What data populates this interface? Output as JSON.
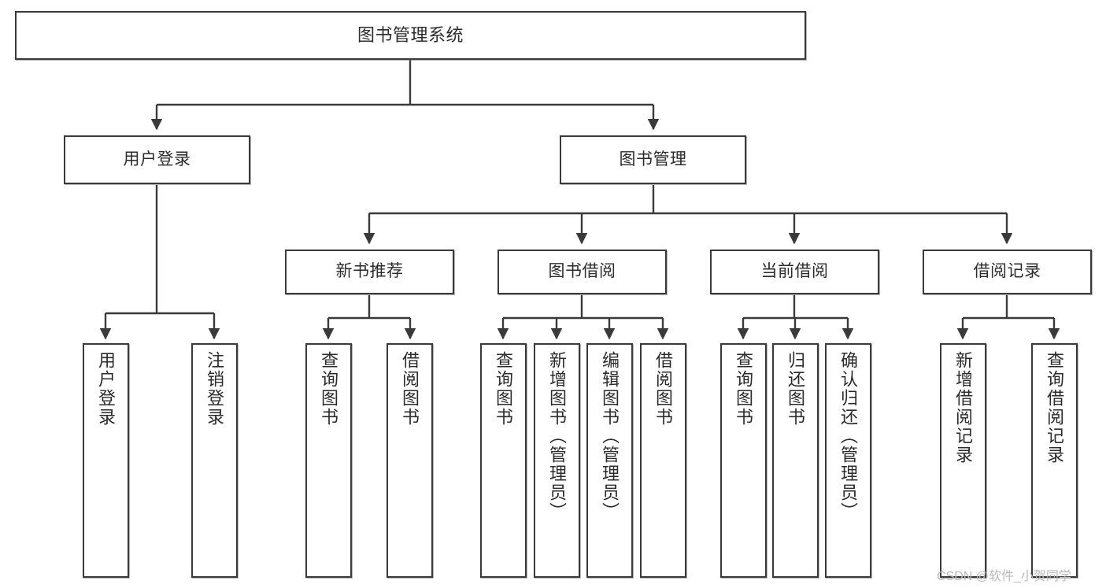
{
  "diagram": {
    "title": "图书管理系统",
    "type": "tree-structure-chart",
    "orientation": "top-down",
    "root": {
      "label": "图书管理系统"
    },
    "level2": [
      {
        "label": "用户登录"
      },
      {
        "label": "图书管理"
      }
    ],
    "level3": [
      {
        "label": "新书推荐"
      },
      {
        "label": "图书借阅"
      },
      {
        "label": "当前借阅"
      },
      {
        "label": "借阅记录"
      }
    ],
    "leaves": {
      "user_login": [
        {
          "label": "用户登录"
        },
        {
          "label": "注销登录"
        }
      ],
      "new_book_recommend": [
        {
          "label": "查询图书"
        },
        {
          "label": "借阅图书"
        }
      ],
      "book_borrow": [
        {
          "label": "查询图书"
        },
        {
          "label": "新增图书（管理员）"
        },
        {
          "label": "编辑图书（管理员）"
        },
        {
          "label": "借阅图书"
        }
      ],
      "current_borrow": [
        {
          "label": "查询图书"
        },
        {
          "label": "归还图书"
        },
        {
          "label": "确认归还（管理员）"
        }
      ],
      "borrow_record": [
        {
          "label": "新增借阅记录"
        },
        {
          "label": "查询借阅记录"
        }
      ]
    }
  },
  "watermark": {
    "text": "CSDN @软件_小贺同学"
  },
  "colors": {
    "stroke": "#3a3a3a",
    "fill": "#ffffff",
    "text": "#2b2b2b",
    "watermark": "#b9b9b9"
  }
}
